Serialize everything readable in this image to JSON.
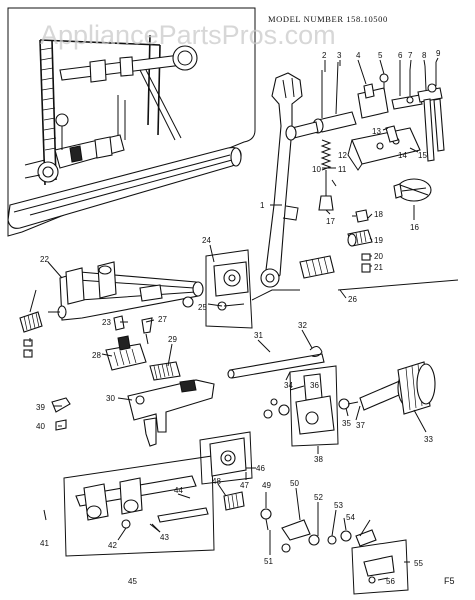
{
  "watermark": "AppliancePartsPros.com",
  "header": {
    "model_number": "MODEL NUMBER 158.10500"
  },
  "figure_code": "F5",
  "callouts": [
    "1",
    "2",
    "3",
    "4",
    "5",
    "6",
    "7",
    "8",
    "9",
    "10",
    "11",
    "12",
    "13",
    "14",
    "15",
    "16",
    "17",
    "18",
    "19",
    "20",
    "21",
    "22",
    "23",
    "24",
    "25",
    "26",
    "27",
    "28",
    "29",
    "30",
    "31",
    "32",
    "33",
    "34",
    "35",
    "36",
    "37",
    "38",
    "39",
    "40",
    "41",
    "42",
    "43",
    "44",
    "45",
    "46",
    "47",
    "48",
    "49",
    "50",
    "51",
    "52",
    "53",
    "54",
    "55",
    "56"
  ]
}
